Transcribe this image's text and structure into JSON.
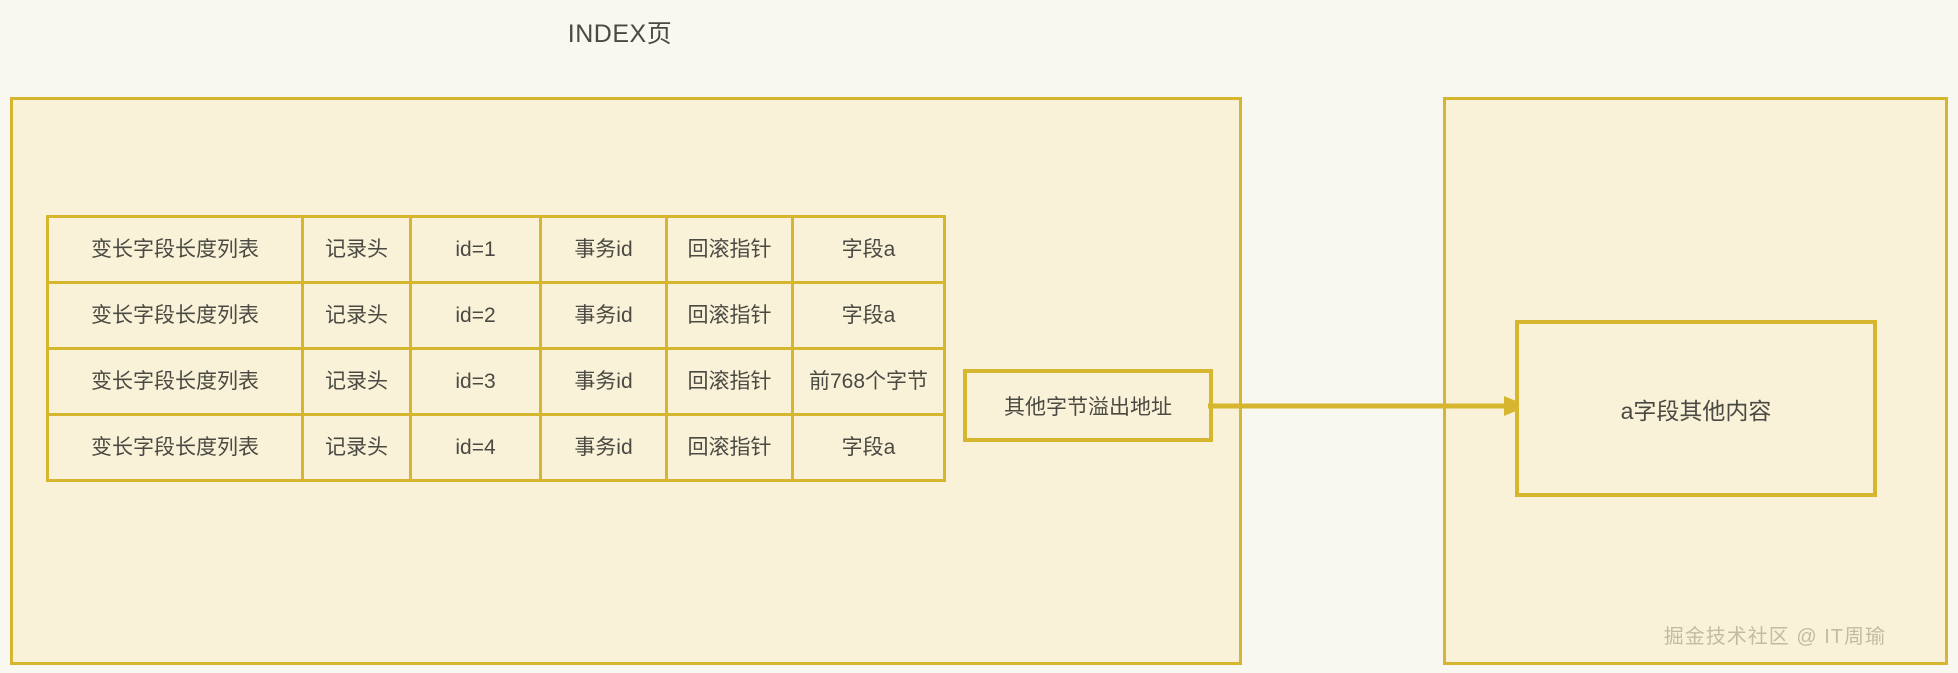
{
  "page": {
    "title": "INDEX页",
    "background_color": "#f8f7f0",
    "accent_color": "#d6b52f",
    "panel_fill_color": "#faf1d9",
    "text_color": "#4a4a42"
  },
  "left_panel": {
    "name": "INDEX页",
    "table": {
      "columns": [
        "变长字段长度列表",
        "记录头",
        "id",
        "事务id",
        "回滚指针",
        "字段a"
      ],
      "rows": [
        {
          "var_len_list": "变长字段长度列表",
          "record_header": "记录头",
          "id": "id=1",
          "trx_id": "事务id",
          "roll_pointer": "回滚指针",
          "field_a": "字段a"
        },
        {
          "var_len_list": "变长字段长度列表",
          "record_header": "记录头",
          "id": "id=2",
          "trx_id": "事务id",
          "roll_pointer": "回滚指针",
          "field_a": "字段a"
        },
        {
          "var_len_list": "变长字段长度列表",
          "record_header": "记录头",
          "id": "id=3",
          "trx_id": "事务id",
          "roll_pointer": "回滚指针",
          "field_a": "前768个字节"
        },
        {
          "var_len_list": "变长字段长度列表",
          "record_header": "记录头",
          "id": "id=4",
          "trx_id": "事务id",
          "roll_pointer": "回滚指针",
          "field_a": "字段a"
        }
      ]
    },
    "overflow_box": {
      "label": "其他字节溢出地址",
      "attached_to_row": 3
    }
  },
  "connector": {
    "type": "arrow",
    "direction": "right",
    "from": "其他字节溢出地址",
    "to": "a字段其他内容",
    "color": "#d6b52f"
  },
  "right_panel": {
    "inner_box_label": "a字段其他内容"
  },
  "watermark": {
    "text": "掘金技术社区 @ IT周瑜"
  }
}
